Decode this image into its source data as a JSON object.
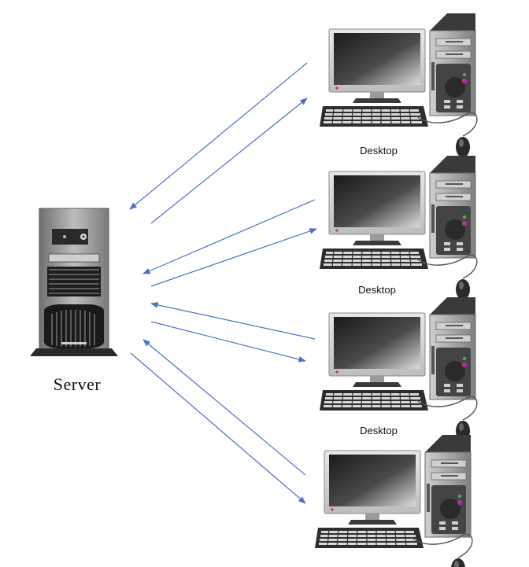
{
  "server": {
    "label": "Server",
    "icon": "server-tower-icon"
  },
  "desktops": [
    {
      "label": "Desktop",
      "icon": "desktop-computer-icon"
    },
    {
      "label": "Desktop",
      "icon": "desktop-computer-icon"
    },
    {
      "label": "Desktop",
      "icon": "desktop-computer-icon"
    },
    {
      "label": "",
      "icon": "desktop-computer-icon"
    }
  ],
  "colors": {
    "arrow": "#4a72c4",
    "tower_dark": "#2b2b2b",
    "tower_mid": "#8e8e8e",
    "screen": "#3a3a3a",
    "background": "#ffffff"
  }
}
